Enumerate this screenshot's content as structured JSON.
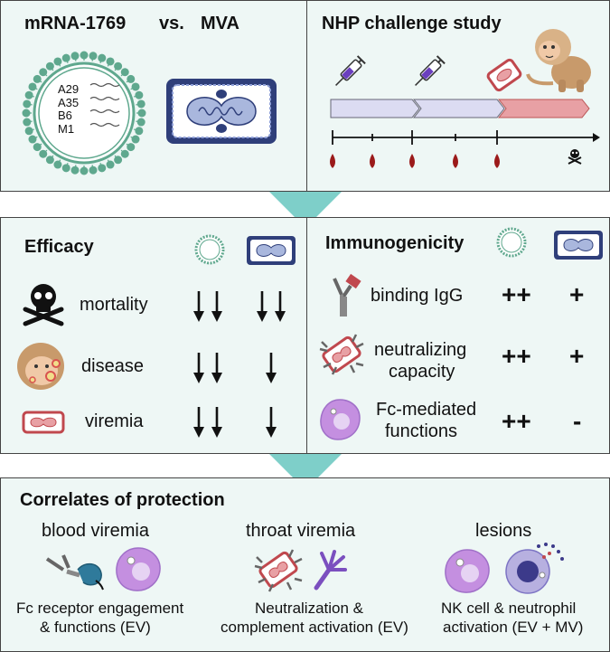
{
  "top_left": {
    "title_a": "mRNA-1769",
    "title_vs": "vs.",
    "title_b": "MVA",
    "antigens": [
      "A29",
      "A35",
      "B6",
      "M1"
    ]
  },
  "top_right": {
    "title": "NHP challenge study"
  },
  "efficacy": {
    "title": "Efficacy",
    "rows": [
      {
        "label": "mortality",
        "mrna_arrows": 2,
        "mva_arrows": 2
      },
      {
        "label": "disease",
        "mrna_arrows": 2,
        "mva_arrows": 1
      },
      {
        "label": "viremia",
        "mrna_arrows": 2,
        "mva_arrows": 1
      }
    ]
  },
  "immunogenicity": {
    "title": "Immunogenicity",
    "rows": [
      {
        "label_lines": [
          "binding IgG"
        ],
        "mrna": "++",
        "mva": "+"
      },
      {
        "label_lines": [
          "neutralizing",
          "capacity"
        ],
        "mrna": "++",
        "mva": "+"
      },
      {
        "label_lines": [
          "Fc-mediated",
          "functions"
        ],
        "mrna": "++",
        "mva": "-"
      }
    ]
  },
  "correlates": {
    "title": "Correlates of protection",
    "columns": [
      {
        "heading": "blood viremia",
        "caption_lines": [
          "Fc receptor engagement",
          "& functions (EV)"
        ]
      },
      {
        "heading": "throat viremia",
        "caption_lines": [
          "Neutralization &",
          "complement activation (EV)"
        ]
      },
      {
        "heading": "lesions",
        "caption_lines": [
          "NK cell & neutrophil",
          "activation (EV + MV)"
        ]
      }
    ]
  },
  "colors": {
    "panel_bg": "#eef7f5",
    "teal_arrow": "#7ecfc9",
    "lnp_green": "#5fa88e",
    "mva_navy": "#2f3f7a",
    "virion_red": "#c0484e",
    "blood_red": "#9b1a1a",
    "phase_purple": "#dcdcf2",
    "phase_pink": "#e8a0a4",
    "cell_purple": "#c48fe0"
  }
}
